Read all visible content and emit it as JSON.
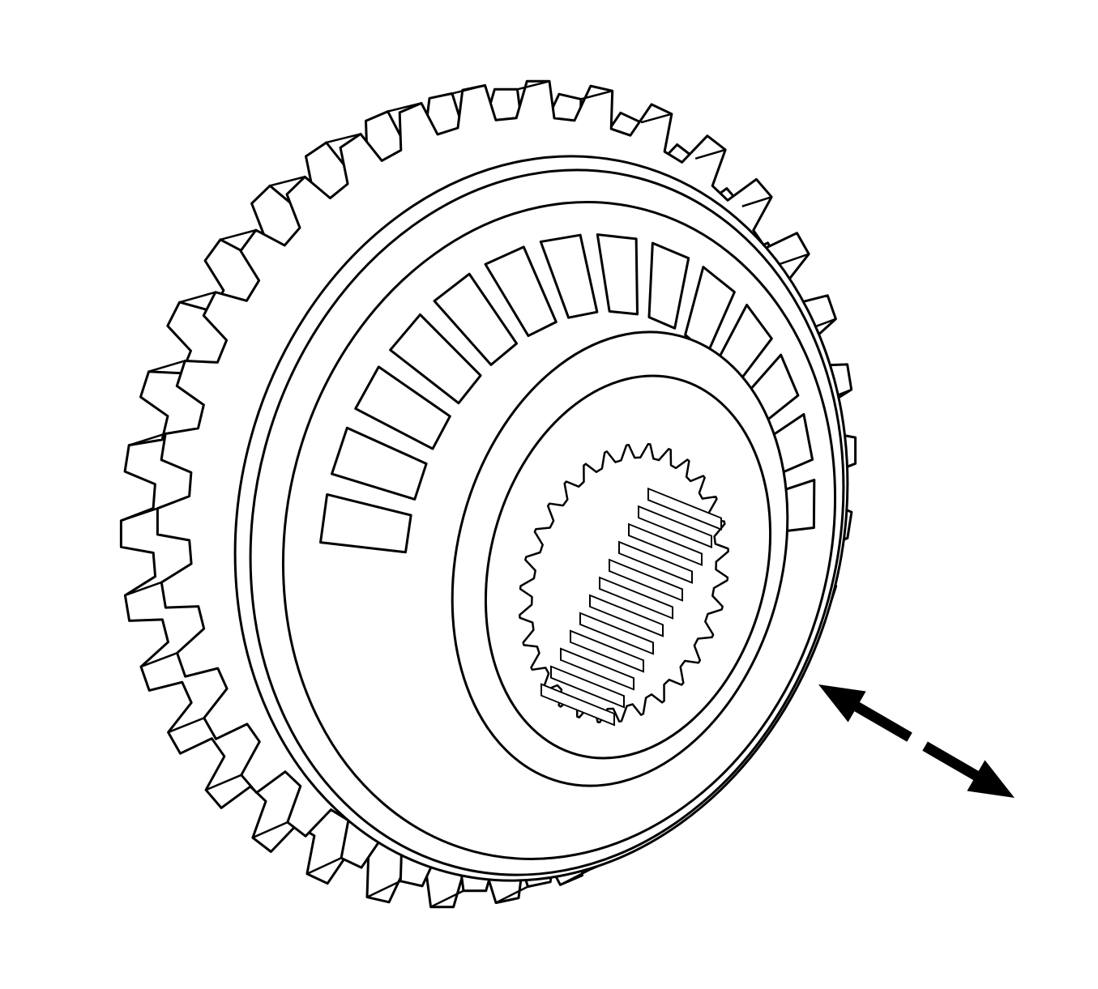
{
  "diagram": {
    "subject": "gear",
    "background": "#ffffff",
    "stroke_color": "#000000",
    "outer_teeth_count": 34,
    "inner_spline_teeth_count": 30,
    "arrow": "double-headed-dashed"
  }
}
